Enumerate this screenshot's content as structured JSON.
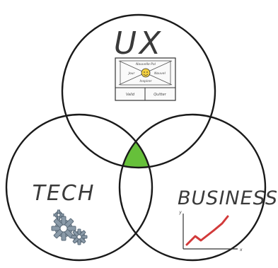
{
  "circles": {
    "ux": {
      "label": "UX",
      "wireframe": {
        "center_text": "Smile",
        "top_text": "Nouvelle Pol",
        "left_text": "Jour",
        "right_text": "Nouvel",
        "bottom_text": "Inspirer",
        "footer_left": "Valid",
        "footer_right": "Quitter"
      }
    },
    "tech": {
      "label": "TECH",
      "icon": "gears-icon"
    },
    "business": {
      "label": "BUSINESS",
      "icon": "growth-chart-icon",
      "chart_axis_x": "x",
      "chart_axis_y": "y"
    }
  },
  "colors": {
    "outline": "#1a1a1a",
    "intersection": "#66c03a",
    "trend_line": "#d23a3a",
    "smiley": "#f4d03f",
    "gear": "#8a9aa8"
  }
}
